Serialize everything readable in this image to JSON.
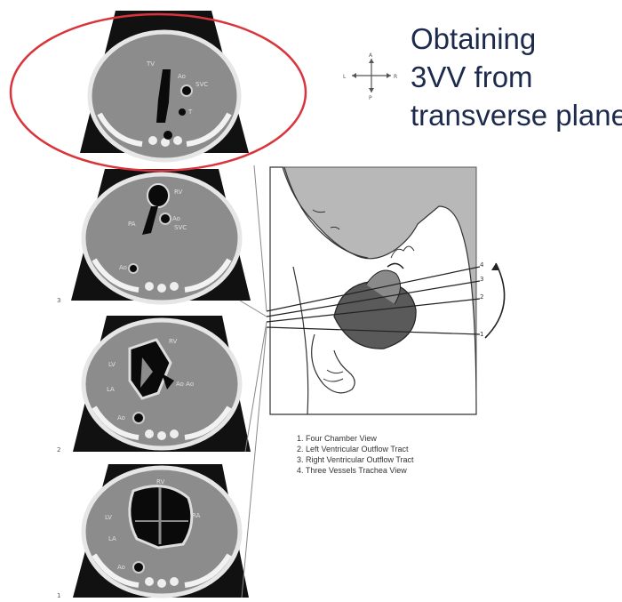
{
  "title": {
    "lines": [
      "Obtaining",
      "3VV from",
      "transverse plane"
    ]
  },
  "compass": {
    "axes": [
      "L",
      "A",
      "R",
      "P"
    ]
  },
  "panels": [
    {
      "number": "",
      "labels": [
        "TV",
        "Ao",
        "SVC",
        "T"
      ]
    },
    {
      "number": "3",
      "labels": [
        "RV",
        "PA",
        "Ao",
        "SVC",
        "Ao"
      ]
    },
    {
      "number": "2",
      "labels": [
        "RV",
        "LV",
        "LA",
        "Ao Ao",
        "Ao"
      ]
    },
    {
      "number": "1",
      "labels": [
        "RV",
        "LV",
        "RA",
        "LA",
        "Ao"
      ]
    }
  ],
  "plane_numbers": [
    "4",
    "3",
    "2",
    "1"
  ],
  "legend": {
    "items": [
      "1. Four Chamber View",
      "2. Left Ventricular Outflow Tract",
      "3. Right Ventricular Outflow Tract",
      "4. Three Vessels Trachea View"
    ]
  },
  "colors": {
    "title": "#1c2a4d",
    "highlight_ellipse": "#d9343b",
    "ultrasound_tissue": "#8c8c8c",
    "ultrasound_background": "#111111",
    "illustration_fill": "#b8b8b8"
  }
}
